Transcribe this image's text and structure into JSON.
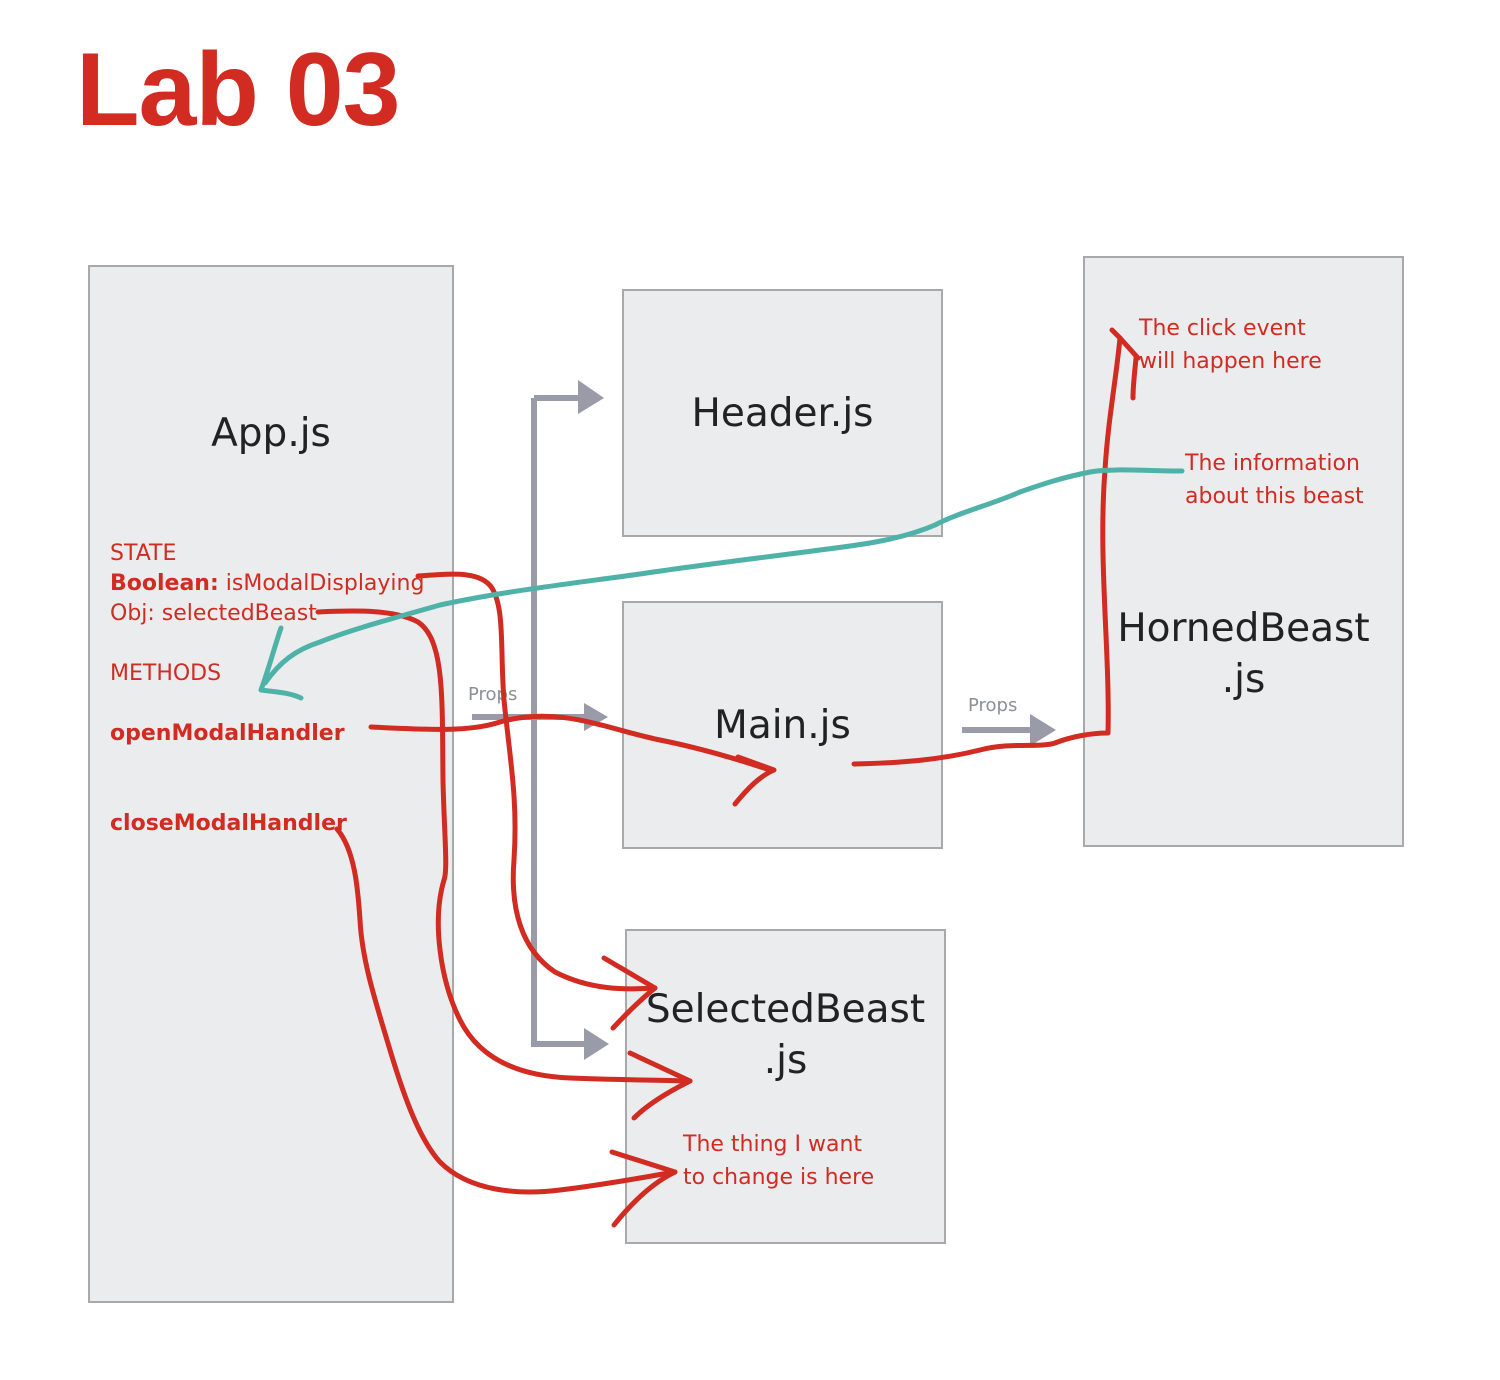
{
  "title": "Lab 03",
  "boxes": {
    "app": "App.js",
    "header": "Header.js",
    "main": "Main.js",
    "horned_line1": "HornedBeast",
    "horned_line2": ".js",
    "selected_line1": "SelectedBeast",
    "selected_line2": ".js"
  },
  "app_notes": {
    "state": "STATE",
    "boolean_key": "Boolean:",
    "boolean_val": " isModalDisplaying",
    "obj_line": "Obj: selectedBeast",
    "methods": "METHODS",
    "open_handler": "openModalHandler",
    "close_handler": "closeModalHandler"
  },
  "arrow_labels": {
    "props_to_main": "Props",
    "props_to_horned": "Props"
  },
  "annotations": {
    "click_event_1": "The click event",
    "click_event_2": "will happen here",
    "info_1": "The information",
    "info_2": "about this beast",
    "change_1": "The thing I want",
    "change_2": "to change is here"
  },
  "colors": {
    "title_red": "#d12b22",
    "ink_red": "#d12b22",
    "ink_teal": "#4fb2a8",
    "arrow_gray": "#999ca8",
    "box_fill": "#ebecee",
    "box_border": "#a9a9ac"
  }
}
